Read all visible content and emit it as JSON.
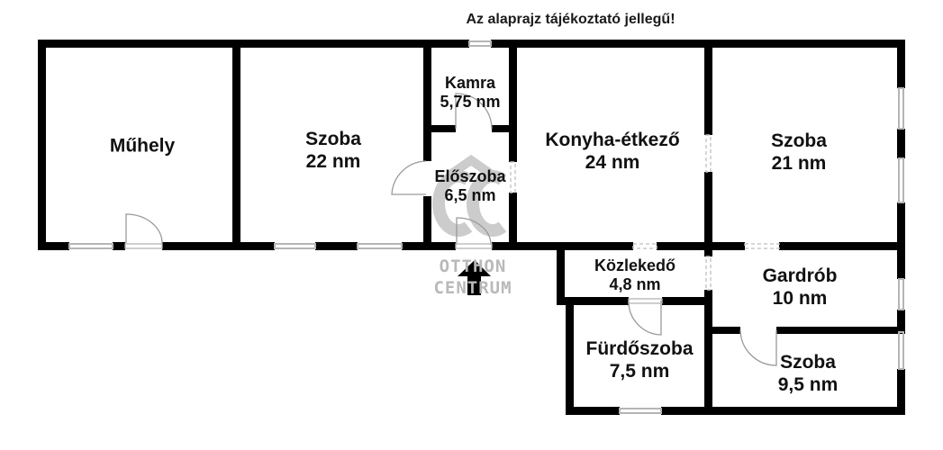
{
  "notice": "Az alaprajz tájékoztató jellegű!",
  "rooms": [
    {
      "id": "muhely",
      "name": "Műhely",
      "area": ""
    },
    {
      "id": "szoba-22",
      "name": "Szoba",
      "area": "22 nm"
    },
    {
      "id": "kamra",
      "name": "Kamra",
      "area": "5,75 nm"
    },
    {
      "id": "eloszoba",
      "name": "Előszoba",
      "area": "6,5 nm"
    },
    {
      "id": "konyha",
      "name": "Konyha-étkező",
      "area": "24 nm"
    },
    {
      "id": "szoba-21",
      "name": "Szoba",
      "area": "21 nm"
    },
    {
      "id": "kozlekedo",
      "name": "Közlekedő",
      "area": "4,8 nm"
    },
    {
      "id": "gardrob",
      "name": "Gardrób",
      "area": "10 nm"
    },
    {
      "id": "furdoszoba",
      "name": "Fürdőszoba",
      "area": "7,5 nm"
    },
    {
      "id": "szoba-9",
      "name": "Szoba",
      "area": "9,5 nm"
    }
  ],
  "watermark": {
    "logo": "OC",
    "line1": "OTTHON",
    "line2": "CENTRUM"
  },
  "colors": {
    "wall": "#000000",
    "window": "#b5b5b5",
    "door_arc": "#9a9a9a",
    "watermark": "#b9b9b9"
  },
  "entrance_arrow": "entrance-arrow"
}
